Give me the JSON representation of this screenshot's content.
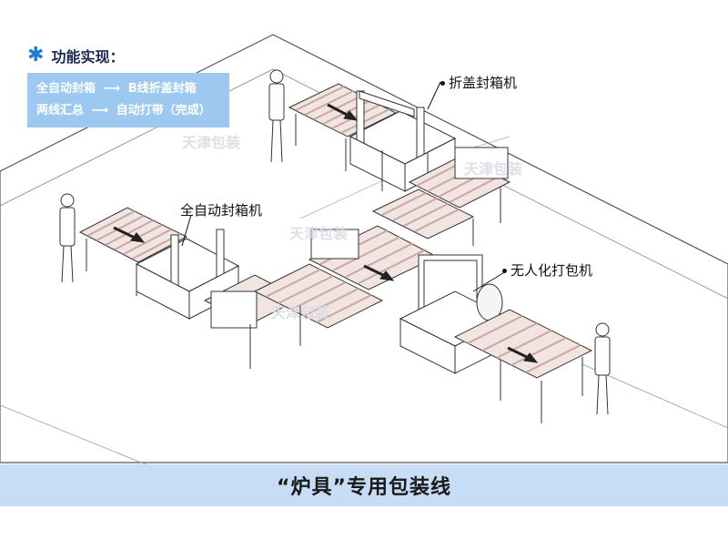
{
  "features": {
    "icon": "star-icon",
    "heading": "功能实现：",
    "line1_a": "全自动封箱",
    "line1_b": "B线折盖封箱",
    "line2_a": "两线汇总",
    "line2_b": "自动打带（完成）",
    "arrow": "⟶"
  },
  "labels": {
    "top_sealer": "折盖封箱机",
    "left_sealer": "全自动封箱机",
    "strapper": "无人化打包机"
  },
  "watermark": "天津包装",
  "banner": {
    "title": "“炉具”专用包装线"
  },
  "colors": {
    "feature_box": "#9dc8ef",
    "banner": "#c7ddf6",
    "star": "#1f7bd6",
    "roller": "#e2c9c4"
  }
}
